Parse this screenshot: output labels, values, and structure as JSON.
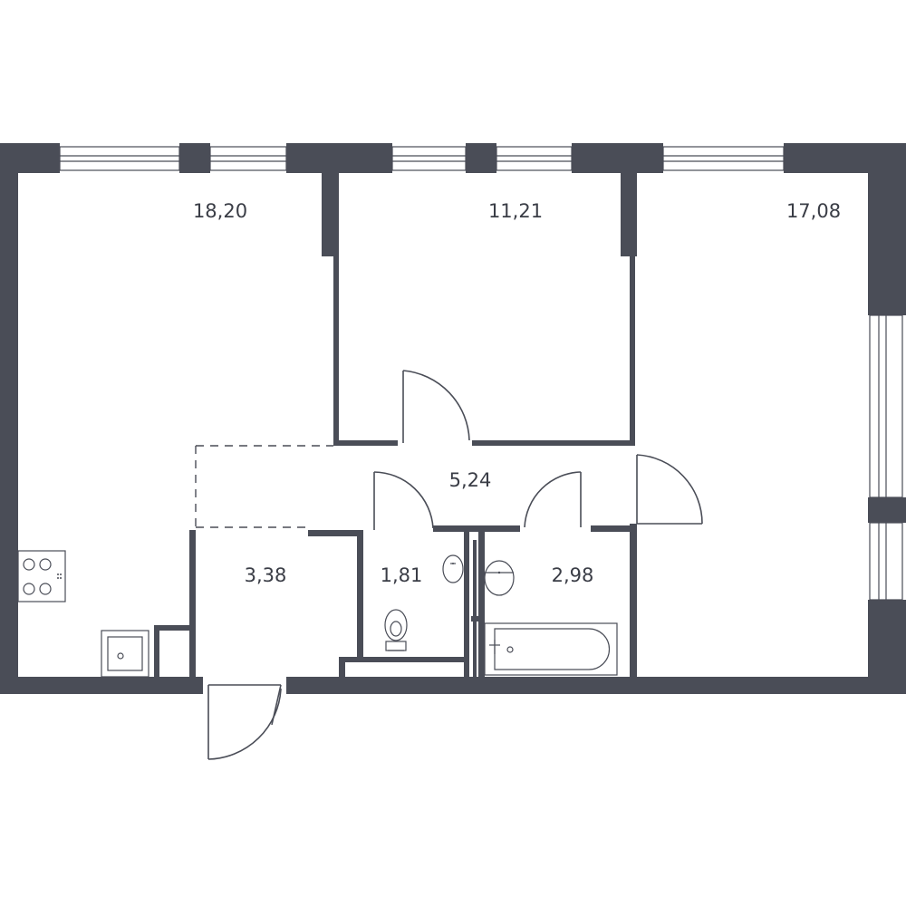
{
  "colors": {
    "wall": "#4a4d57",
    "background": "#ffffff",
    "label": "#3a3d46"
  },
  "rooms": [
    {
      "id": "room-living",
      "area": "18,20"
    },
    {
      "id": "room-bedroom-middle",
      "area": "11,21"
    },
    {
      "id": "room-bedroom-right",
      "area": "17,08"
    },
    {
      "id": "room-hall",
      "area": "5,24"
    },
    {
      "id": "room-entry",
      "area": "3,38"
    },
    {
      "id": "room-wc",
      "area": "1,81"
    },
    {
      "id": "room-bathroom",
      "area": "2,98"
    }
  ],
  "fixtures": [
    "stove-icon",
    "kitchen-sink-icon",
    "toilet-icon",
    "washbasin-icon",
    "bathtub-icon"
  ]
}
